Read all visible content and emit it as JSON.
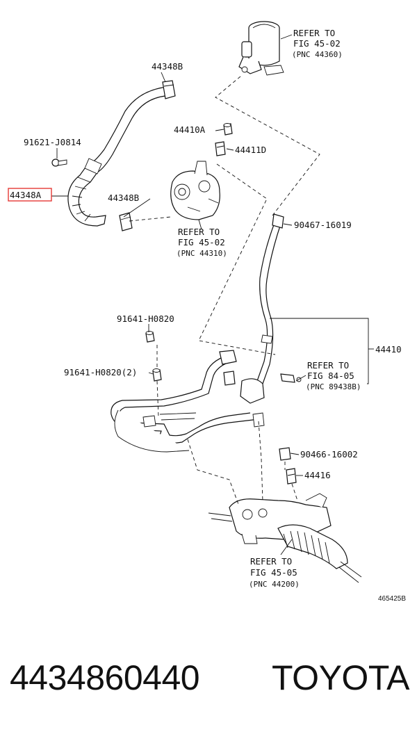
{
  "callouts": {
    "reservoir_ref": [
      "REFER TO",
      "FIG 45-02",
      "(PNC 44360)"
    ],
    "pump_ref": [
      "REFER TO",
      "FIG 45-02",
      "(PNC 44310)"
    ],
    "cooler_ref": [
      "REFER TO",
      "FIG 84-05",
      "(PNC 89438B)"
    ],
    "gear_ref": [
      "REFER TO",
      "FIG 45-05",
      "(PNC 44200)"
    ],
    "p44348B_top": "44348B",
    "p44348B_mid": "44348B",
    "p44348A": "44348A",
    "p91621": "91621-J0814",
    "p44410A": "44410A",
    "p44411D": "44411D",
    "p90467": "90467-16019",
    "p91641_a": "91641-H0820",
    "p91641_b": "91641-H0820(2)",
    "p44410": "44410",
    "p90466": "90466-16002",
    "p44416": "44416"
  },
  "figure_id": "465425B",
  "highlight_color": "#e53935",
  "footer": {
    "part_number": "4434860440",
    "brand": "TOYOTA"
  }
}
